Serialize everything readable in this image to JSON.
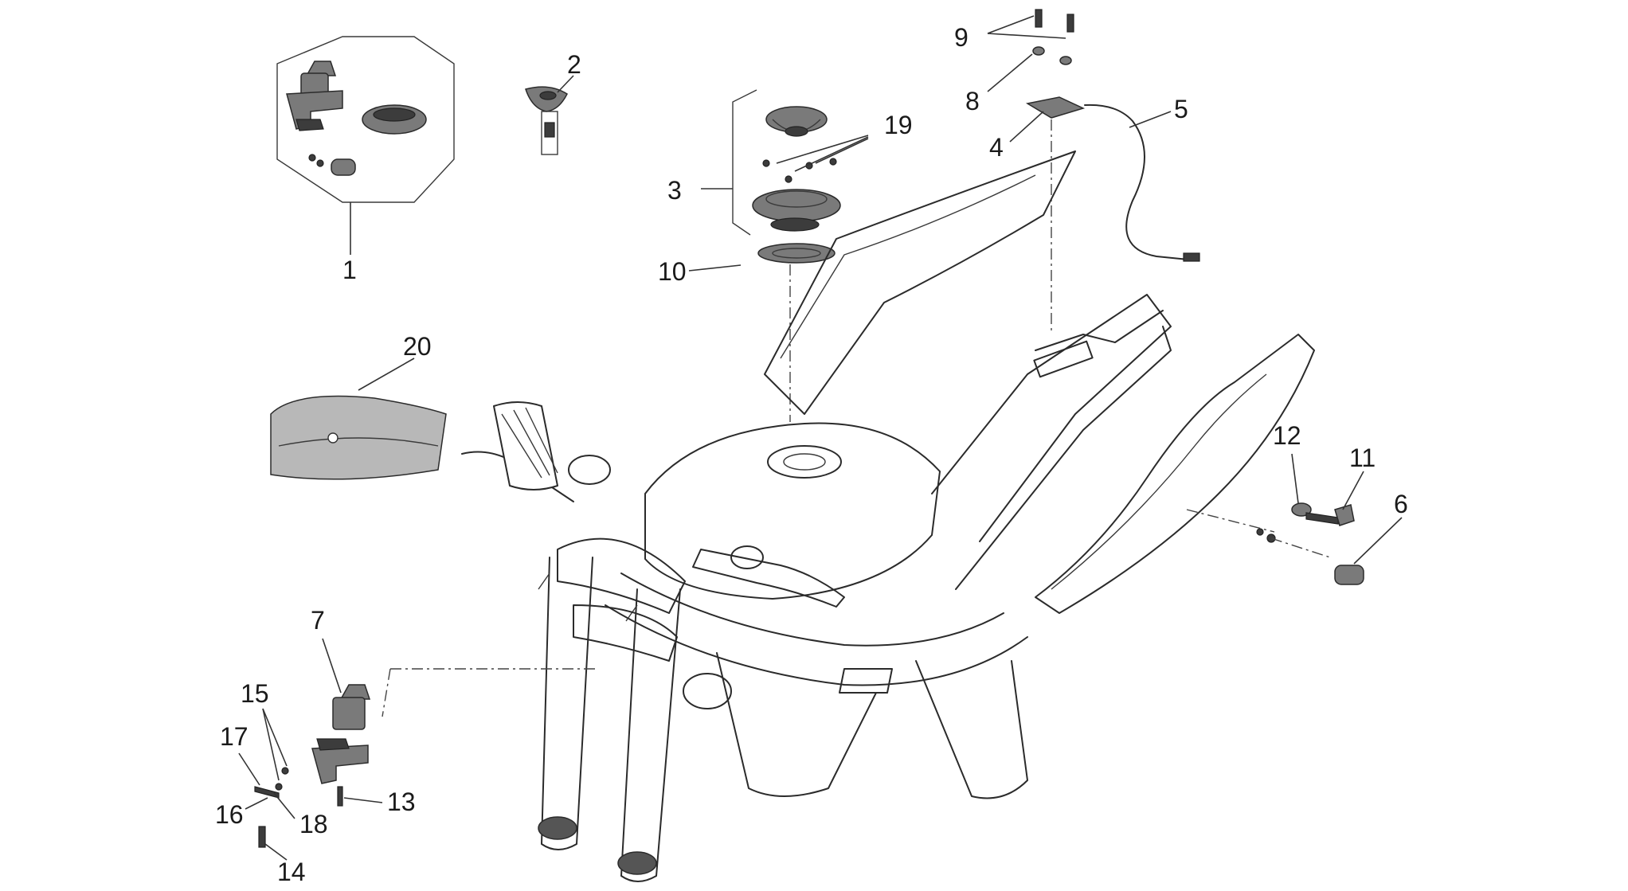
{
  "callouts": [
    {
      "id": "c1",
      "text": "1"
    },
    {
      "id": "c2",
      "text": "2"
    },
    {
      "id": "c3",
      "text": "3"
    },
    {
      "id": "c4",
      "text": "4"
    },
    {
      "id": "c5",
      "text": "5"
    },
    {
      "id": "c6",
      "text": "6"
    },
    {
      "id": "c7",
      "text": "7"
    },
    {
      "id": "c8",
      "text": "8"
    },
    {
      "id": "c9",
      "text": "9"
    },
    {
      "id": "c10",
      "text": "10"
    },
    {
      "id": "c11",
      "text": "11"
    },
    {
      "id": "c12",
      "text": "12"
    },
    {
      "id": "c13",
      "text": "13"
    },
    {
      "id": "c14",
      "text": "14"
    },
    {
      "id": "c15",
      "text": "15"
    },
    {
      "id": "c16",
      "text": "16"
    },
    {
      "id": "c17",
      "text": "17"
    },
    {
      "id": "c18",
      "text": "18"
    },
    {
      "id": "c19",
      "text": "19"
    },
    {
      "id": "c20",
      "text": "20"
    }
  ]
}
